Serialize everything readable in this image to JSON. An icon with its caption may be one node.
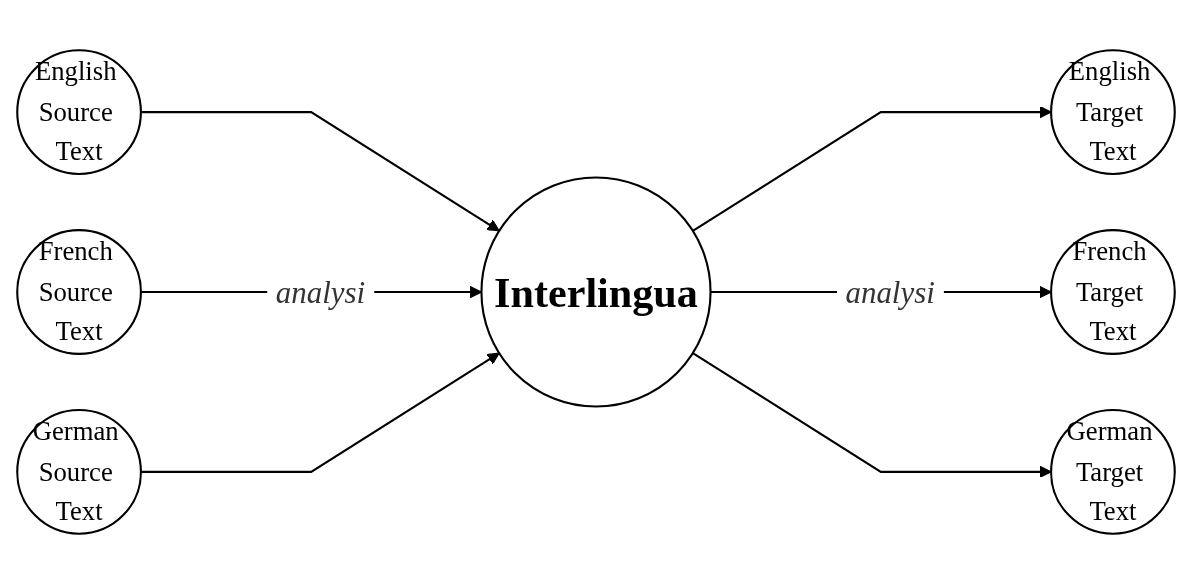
{
  "diagram": {
    "nodes": [
      {
        "text": [
          "English Source Text"
        ]
      },
      {
        "text": [
          "French Source Text"
        ]
      },
      {
        "text": [
          "German Source Text"
        ]
      },
      {
        "text": [
          "Interlingua"
        ]
      },
      {
        "text": [
          "English Target Text"
        ]
      },
      {
        "text": [
          "French Target Text"
        ]
      },
      {
        "text": [
          "German Target Text"
        ]
      }
    ],
    "edges": [
      {
        "from": 0,
        "to": 3,
        "arrow": "to"
      },
      {
        "from": 1,
        "to": 3,
        "arrow": "to",
        "label": "analysi"
      },
      {
        "from": 2,
        "to": 3,
        "arrow": "to"
      },
      {
        "from": 3,
        "to": 4,
        "arrow": "to"
      },
      {
        "from": 3,
        "to": 5,
        "arrow": "to",
        "label": "analysi"
      },
      {
        "from": 3,
        "to": 6,
        "arrow": "to"
      }
    ]
  }
}
